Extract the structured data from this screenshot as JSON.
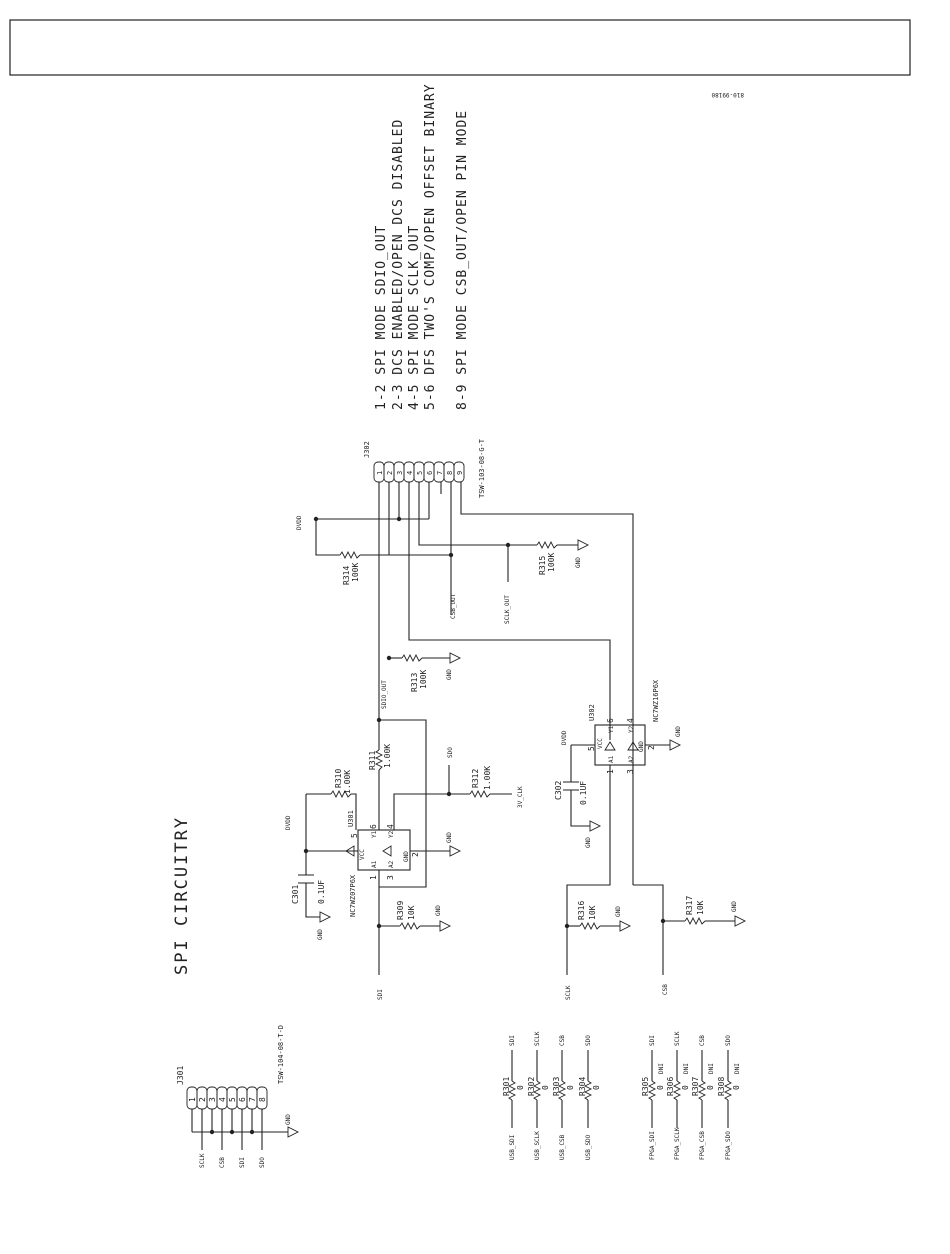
{
  "doc": {
    "code": "810-99180"
  },
  "title": "SPI CIRCUITRY",
  "colors": {
    "ink": "#222222",
    "paper": "#ffffff"
  },
  "j302": {
    "ref": "J302",
    "part": "TSW-103-08-G-T",
    "pins": [
      "1",
      "2",
      "3",
      "4",
      "5",
      "6",
      "7",
      "8",
      "9"
    ],
    "notes": [
      "1-2 SPI MODE SDIO_OUT",
      "2-3 DCS ENABLED/OPEN DCS DISABLED",
      "4-5 SPI MODE SCLK_OUT",
      "5-6 DFS TWO'S COMP/OPEN OFFSET BINARY",
      "8-9 SPI MODE CSB_OUT/OPEN PIN MODE"
    ]
  },
  "j301": {
    "ref": "J301",
    "part": "TSW-104-08-T-D",
    "pins": [
      "1",
      "2",
      "3",
      "4",
      "5",
      "6",
      "7",
      "8"
    ],
    "signals": [
      "SCLK",
      "CSB",
      "SDI",
      "SDO"
    ]
  },
  "nets": {
    "dvdd": "DVDD",
    "gnd": "GND",
    "csb_out": "CSB_OUT",
    "sclk_out": "SCLK_OUT",
    "sdio_out": "SDIO_OUT",
    "sdo": "SDO",
    "sdi": "SDI",
    "sclk": "SCLK",
    "csb": "CSB",
    "clk3v": "3V_CLK"
  },
  "resistors": {
    "r314": {
      "ref": "R314",
      "value": "100K"
    },
    "r315": {
      "ref": "R315",
      "value": "100K"
    },
    "r313": {
      "ref": "R313",
      "value": "100K"
    },
    "r310": {
      "ref": "R310",
      "value": "1.00K"
    },
    "r311": {
      "ref": "R311",
      "value": "1.00K"
    },
    "r312": {
      "ref": "R312",
      "value": "1.00K"
    },
    "r309": {
      "ref": "R309",
      "value": "10K"
    },
    "r316": {
      "ref": "R316",
      "value": "10K"
    },
    "r317": {
      "ref": "R317",
      "value": "10K"
    }
  },
  "capacitors": {
    "c301": {
      "ref": "C301",
      "value": "0.1UF"
    },
    "c302": {
      "ref": "C302",
      "value": "0.1UF"
    }
  },
  "u301": {
    "ref": "U301",
    "part": "NC7WZ07P6X",
    "pins": [
      "A1",
      "GND",
      "A2",
      "Y2",
      "VCC",
      "Y1"
    ],
    "pin_numbers": [
      "1",
      "2",
      "3",
      "4",
      "5",
      "6"
    ]
  },
  "u302": {
    "ref": "U302",
    "part": "NC7WZ16P6X",
    "pins": [
      "A1",
      "GND",
      "A2",
      "Y2",
      "VCC",
      "Y1"
    ],
    "pin_numbers": [
      "1",
      "2",
      "3",
      "4",
      "5",
      "6"
    ]
  },
  "usb_bank": [
    {
      "ref": "R301",
      "value": "0",
      "left": "USB_SDI",
      "right": "SDI"
    },
    {
      "ref": "R302",
      "value": "0",
      "left": "USB_SCLK",
      "right": "SCLK"
    },
    {
      "ref": "R303",
      "value": "0",
      "left": "USB_CSB",
      "right": "CSB"
    },
    {
      "ref": "R304",
      "value": "0",
      "left": "USB_SDO",
      "right": "SDO"
    }
  ],
  "fpga_bank": [
    {
      "ref": "R305",
      "value": "0",
      "dni": "DNI",
      "left": "FPGA_SDI",
      "right": "SDI"
    },
    {
      "ref": "R306",
      "value": "0",
      "dni": "DNI",
      "left": "FPGA_SCLK",
      "right": "SCLK"
    },
    {
      "ref": "R307",
      "value": "0",
      "dni": "DNI",
      "left": "FPGA_CSB",
      "right": "CSB"
    },
    {
      "ref": "R308",
      "value": "0",
      "dni": "DNI",
      "left": "FPGA_SDO",
      "right": "SDO"
    }
  ]
}
